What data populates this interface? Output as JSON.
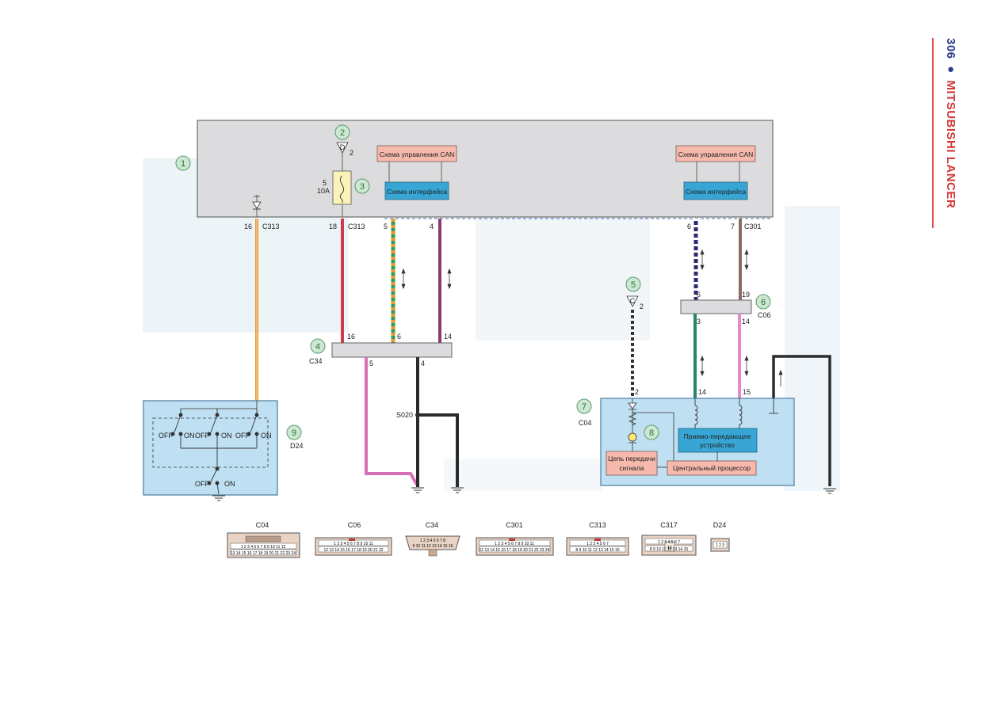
{
  "header": {
    "page_number": "306",
    "title": "MITSUBISHI LANCER"
  },
  "callouts": [
    "1",
    "2",
    "3",
    "4",
    "5",
    "6",
    "7",
    "8",
    "9"
  ],
  "module_top": {
    "can_left": "Схема управления CAN",
    "iface_left": "Схема интерфейса",
    "can_right": "Схема управления CAN",
    "iface_right": "Схема интерфейса",
    "fuse_pin": "5",
    "fuse_rating": "10A",
    "ground_d": "D",
    "ground_d_pin": "2"
  },
  "pins": {
    "p16": "16",
    "c313a": "C313",
    "p18": "18",
    "c313b": "C313",
    "p5": "5",
    "p4": "4",
    "p6": "6",
    "p7": "7",
    "c301": "C301",
    "c34_16": "16",
    "c34_6": "6",
    "c34_14": "14",
    "c34_label": "C34",
    "c34_5": "5",
    "c34_4": "4",
    "s020": "S020",
    "c06_6": "6",
    "c06_19": "19",
    "c06_3": "3",
    "c06_14": "14",
    "c06_label": "C06",
    "ground_c": "C",
    "ground_c_pin": "2",
    "c04_2": "2",
    "c04_14": "14",
    "c04_15": "15",
    "c04_label": "C04"
  },
  "module_c04": {
    "transceiver_1": "Приемо-передающее",
    "transceiver_2": "устройство",
    "signal_1": "Цепь передачи",
    "signal_2": "сигнала",
    "cpu": "Центральный процессор"
  },
  "switch_d24": {
    "off": "OFF",
    "on": "ON",
    "label": "D24"
  },
  "connectors": {
    "c04": "C04",
    "c06": "C06",
    "c34": "C34",
    "c301": "C301",
    "c313": "C313",
    "c317": "C317",
    "d24": "D24",
    "c04_row1": "1 2 3 4 5 6 7 8 9 10 11 12",
    "c04_row2": "13 14 15 16 17 18 19 20 21 22 23 24",
    "c06_row1": "1 2 3 4 5 6 7 8 9 10 11",
    "c06_row2": "12 13 14 15 16 17 18 19 20 21 22",
    "c34_row1": "1 2 3 4 5 6 7 8",
    "c34_row2": "9 10 11 12 13 14 15 16",
    "c301_row1": "1 2 3 4 5 6 7 8 9 10 11",
    "c301_row2": "12 13 14 15 16 17 18 19 20 21 22 23 24",
    "c313_row1": "1 2 3 4 5 6 7",
    "c313_row2": "8 9 10 11 12 13 14 15 16",
    "c317_row1": "1 2 3 4 5 6 7",
    "c317_row2": "8 9 10 11 12 13 14 15",
    "c317_center": "12",
    "d24_row": "1 2 3"
  }
}
